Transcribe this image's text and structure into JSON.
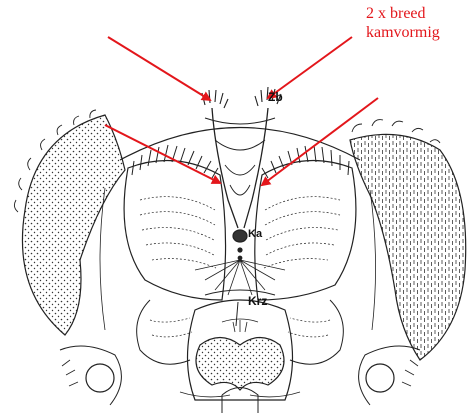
{
  "annotation": {
    "line1": "2 x breed",
    "line2": "kamvormig",
    "color": "#e3161b"
  },
  "labels": {
    "zb": "Zb",
    "ka": "Ka",
    "krz": "Krz"
  },
  "drawing": {
    "stroke_color": "#222222",
    "arrow_color": "#e3161b"
  }
}
